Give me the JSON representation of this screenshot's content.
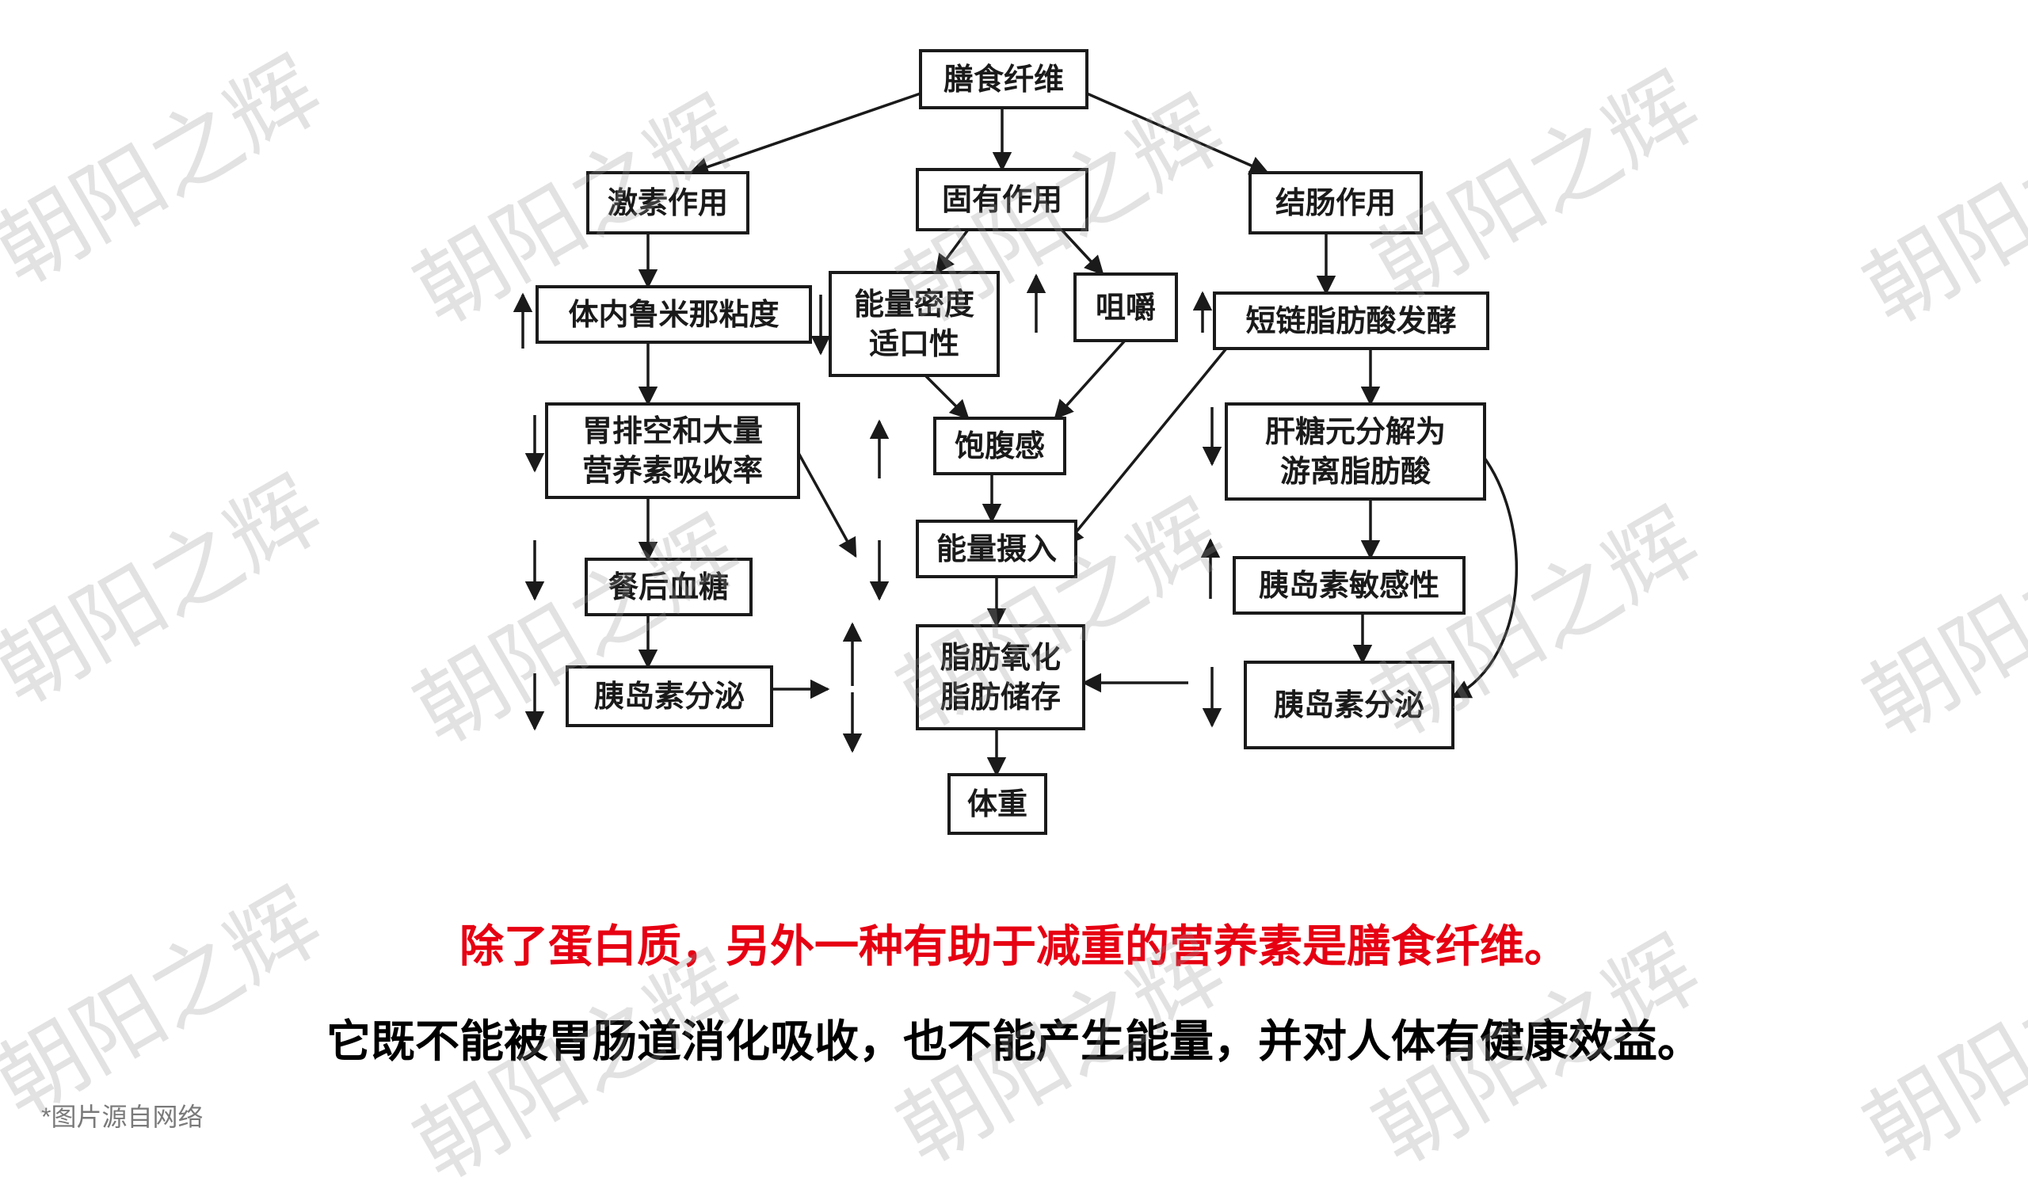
{
  "colors": {
    "caption_red": "#e60012",
    "caption_black": "#000000",
    "note": "#7a7a7a",
    "line": "#1a1a1a"
  },
  "diagram": {
    "nodes": {
      "root": [
        "膳食纤维"
      ],
      "hormone": [
        "激素作用"
      ],
      "intrinsic": [
        "固有作用"
      ],
      "colon": [
        "结肠作用"
      ],
      "viscosity": [
        "体内鲁米那粘度"
      ],
      "energy_density": [
        "能量密度",
        "适口性"
      ],
      "chewing": [
        "咀嚼"
      ],
      "scfa": [
        "短链脂肪酸发酵"
      ],
      "gastric": [
        "胃排空和大量",
        "营养素吸收率"
      ],
      "satiety": [
        "饱腹感"
      ],
      "glycogen": [
        "肝糖元分解为",
        "游离脂肪酸"
      ],
      "energy_intake": [
        "能量摄入"
      ],
      "postprandial": [
        "餐后血糖"
      ],
      "insulin_sens": [
        "胰岛素敏感性"
      ],
      "fat": [
        "脂肪氧化",
        "脂肪储存"
      ],
      "insulin_left": [
        "胰岛素分泌"
      ],
      "insulin_right": [
        "胰岛素分泌"
      ],
      "weight": [
        "体重"
      ]
    }
  },
  "caption": {
    "line1": "除了蛋白质，另外一种有助于减重的营养素是膳食纤维。",
    "line2": "它既不能被胃肠道消化吸收，也不能产生能量，并对人体有健康效益。"
  },
  "source_note": "*图片源自网络",
  "watermark": "朝阳之辉"
}
